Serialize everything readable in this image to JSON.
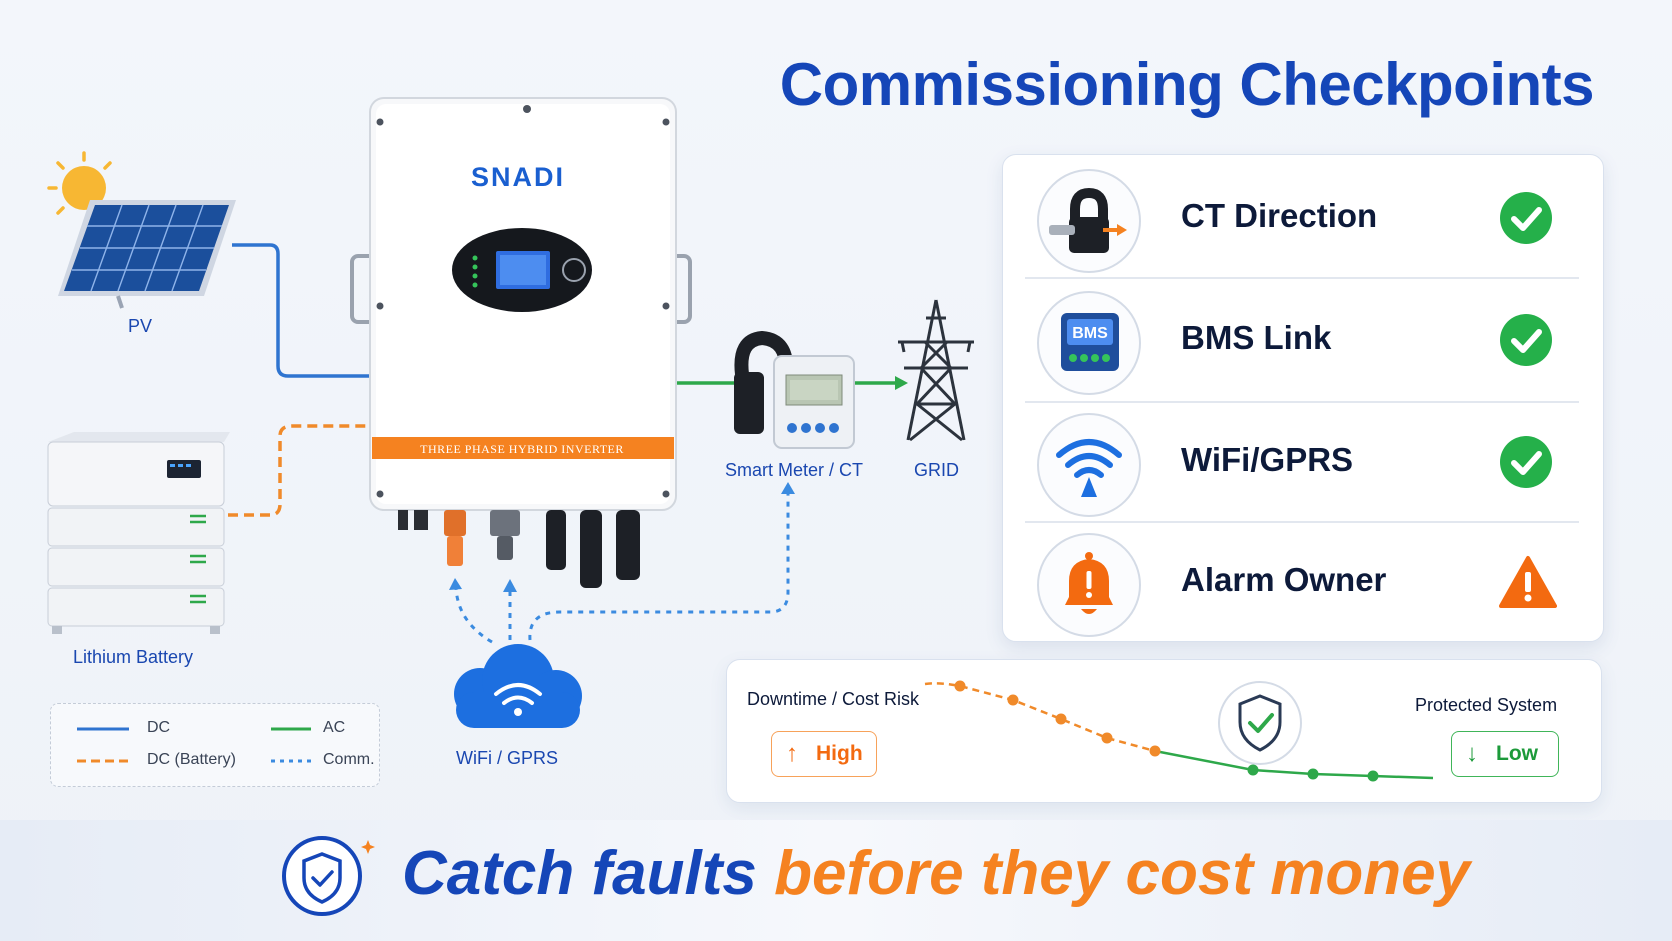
{
  "title": "Commissioning Checkpoints",
  "colors": {
    "title_blue": "#1546b8",
    "dc": "#2f74d0",
    "dc_battery": "#f08a2a",
    "ac": "#2ea84a",
    "comm": "#3b8be0",
    "ok": "#25b04a",
    "warn": "#f36a10"
  },
  "system": {
    "brand": "SNADI",
    "inverter_stripe": "THREE PHASE HYBRID INVERTER",
    "nodes": {
      "pv": "PV",
      "battery": "Lithium Battery",
      "meter": "Smart Meter / CT",
      "grid": "GRID",
      "cloud": "WiFi / GPRS"
    }
  },
  "legend": [
    {
      "label": "DC",
      "style": "solid",
      "color": "#2f74d0"
    },
    {
      "label": "AC",
      "style": "solid",
      "color": "#2ea84a"
    },
    {
      "label": "DC (Battery)",
      "style": "dashed",
      "color": "#f08a2a"
    },
    {
      "label": "Comm.",
      "style": "dotted",
      "color": "#3b8be0"
    }
  ],
  "checkpoints": [
    {
      "label": "CT Direction",
      "icon": "ct-clamp-icon",
      "status": "ok"
    },
    {
      "label": "BMS Link",
      "icon": "bms-module-icon",
      "status": "ok"
    },
    {
      "label": "WiFi/GPRS",
      "icon": "wifi-signal-icon",
      "status": "ok"
    },
    {
      "label": "Alarm Owner",
      "icon": "alarm-bell-icon",
      "status": "warning"
    }
  ],
  "risk": {
    "left_label": "Downtime / Cost Risk",
    "high_label": "High",
    "right_label": "Protected System",
    "low_label": "Low"
  },
  "tagline": {
    "part1": "Catch faults",
    "part2": "before they cost money"
  }
}
